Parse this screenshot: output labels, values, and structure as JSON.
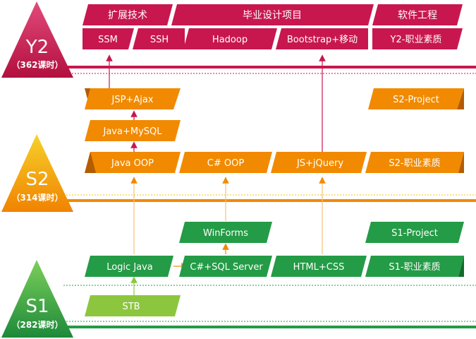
{
  "colors": {
    "y2": "#c8174f",
    "y2_dark": "#8e0f35",
    "s2": "#f18a00",
    "s2_dark": "#b35c00",
    "s1": "#249b46",
    "s1_dark": "#146b2c",
    "stb": "#8cc63f",
    "white": "#ffffff"
  },
  "stages": {
    "y2": {
      "name": "Y2",
      "hours": "（362课时）"
    },
    "s2": {
      "name": "S2",
      "hours": "（314课时）"
    },
    "s1": {
      "name": "S1",
      "hours": "（282课时）"
    }
  },
  "y2": {
    "categories": [
      "扩展技术",
      "毕业设计项目",
      "软件工程"
    ],
    "courses": [
      "SSM",
      "SSH",
      "Hadoop",
      "Bootstrap+移动",
      "Y2-职业素质"
    ]
  },
  "s2": {
    "jsp_ajax": "JSP+Ajax",
    "s2_project": "S2-Project",
    "java_mysql": "Java+MySQL",
    "java_oop": "Java OOP",
    "csharp_oop": "C# OOP",
    "js_jquery": "JS+jQuery",
    "s2_quality": "S2-职业素质"
  },
  "s1": {
    "winforms": "WinForms",
    "s1_project": "S1-Project",
    "logic_java": "Logic Java",
    "csharp_sql": "C#+SQL Server",
    "html_css": "HTML+CSS",
    "s1_quality": "S1-职业素质",
    "stb": "STB"
  }
}
